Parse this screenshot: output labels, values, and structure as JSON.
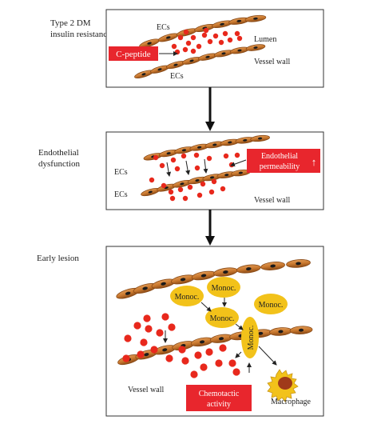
{
  "stages": [
    {
      "label_lines": [
        "Type 2 DM",
        "insulin resistance"
      ],
      "ecs_top": "ECs",
      "ecs_bottom": "ECs",
      "lumen": "Lumen",
      "vessel_wall": "Vessel wall",
      "red_box": "C-peptide"
    },
    {
      "label_lines": [
        "Endothelial",
        "dysfunction"
      ],
      "ecs_top": "ECs",
      "ecs_bottom": "ECs",
      "vessel_wall": "Vessel wall",
      "red_box_lines": [
        "Endothelial",
        "permeability"
      ],
      "red_box_arrow": "↑"
    },
    {
      "label_lines": [
        "Early lesion"
      ],
      "monocyte": "Monoc.",
      "vessel_wall": "Vessel wall",
      "red_box_lines": [
        "Chemotactic",
        "activity"
      ],
      "macrophage": "Macrophage"
    }
  ],
  "colors": {
    "cell_fill": "#c9782e",
    "cell_dark": "#8a4a16",
    "nucleus": "#1a1a1a",
    "particle": "#e8281c",
    "red_box": "#e8262d",
    "monocyte": "#f2c21a",
    "macrophage_outer": "#f2c21a",
    "macrophage_core": "#a03a1a"
  }
}
